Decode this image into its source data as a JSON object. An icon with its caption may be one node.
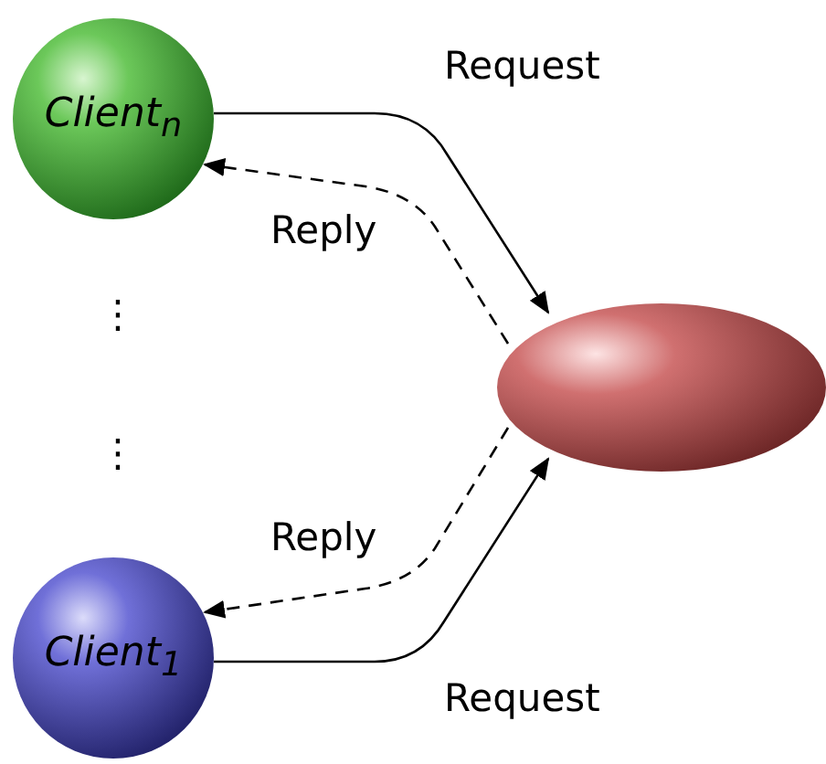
{
  "diagram": {
    "nodes": [
      {
        "text": [
          "Client$_{n}$"
        ]
      },
      {
        "text": [],
        "shape": "ellipse"
      },
      {
        "text": [
          "Client$_{1}$"
        ]
      }
    ],
    "edges": [
      {
        "from": 0,
        "to": 1,
        "arrow": "to",
        "label": "Request"
      },
      {
        "from": 1,
        "to": 0,
        "arrow": "to",
        "label": "Reply",
        "style": "dashed"
      },
      {
        "from": 1,
        "to": 2,
        "arrow": "to",
        "label": "Reply",
        "style": "dashed"
      },
      {
        "from": 2,
        "to": 1,
        "arrow": "to",
        "label": "Request"
      }
    ],
    "labels": [
      "⋮",
      "⋮"
    ]
  }
}
